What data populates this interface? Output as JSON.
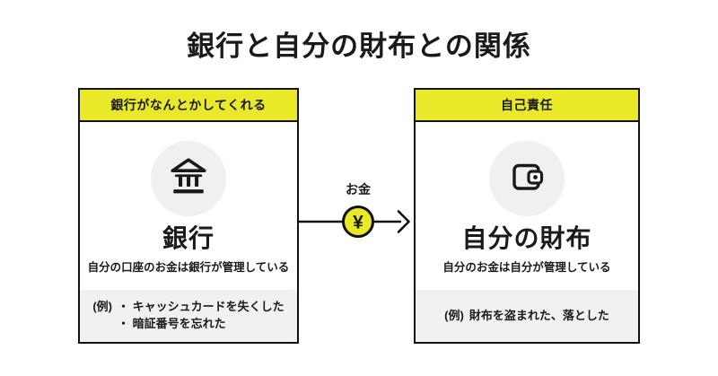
{
  "title": "銀行と自分の財布との関係",
  "arrow": {
    "label": "お金",
    "symbol": "¥"
  },
  "colors": {
    "accent_yellow": "#e9e829",
    "ink_black": "#1a1a1a",
    "footer_gray": "#f2f1ef",
    "circle_gray": "#f1f0ee"
  },
  "cards": [
    {
      "header": "銀行がなんとかしてくれる",
      "icon": "bank-icon",
      "name": "銀行",
      "subtitle": "自分の口座のお金は銀行が管理している",
      "example_prefix": "(例)",
      "examples": [
        "・ キャッシュカードを失くした",
        "・ 暗証番号を忘れた"
      ]
    },
    {
      "header": "自己責任",
      "icon": "wallet-icon",
      "name": "自分の財布",
      "subtitle": "自分のお金は自分が管理している",
      "example_prefix": "(例)",
      "examples": [
        "財布を盗まれた、落とした"
      ]
    }
  ]
}
